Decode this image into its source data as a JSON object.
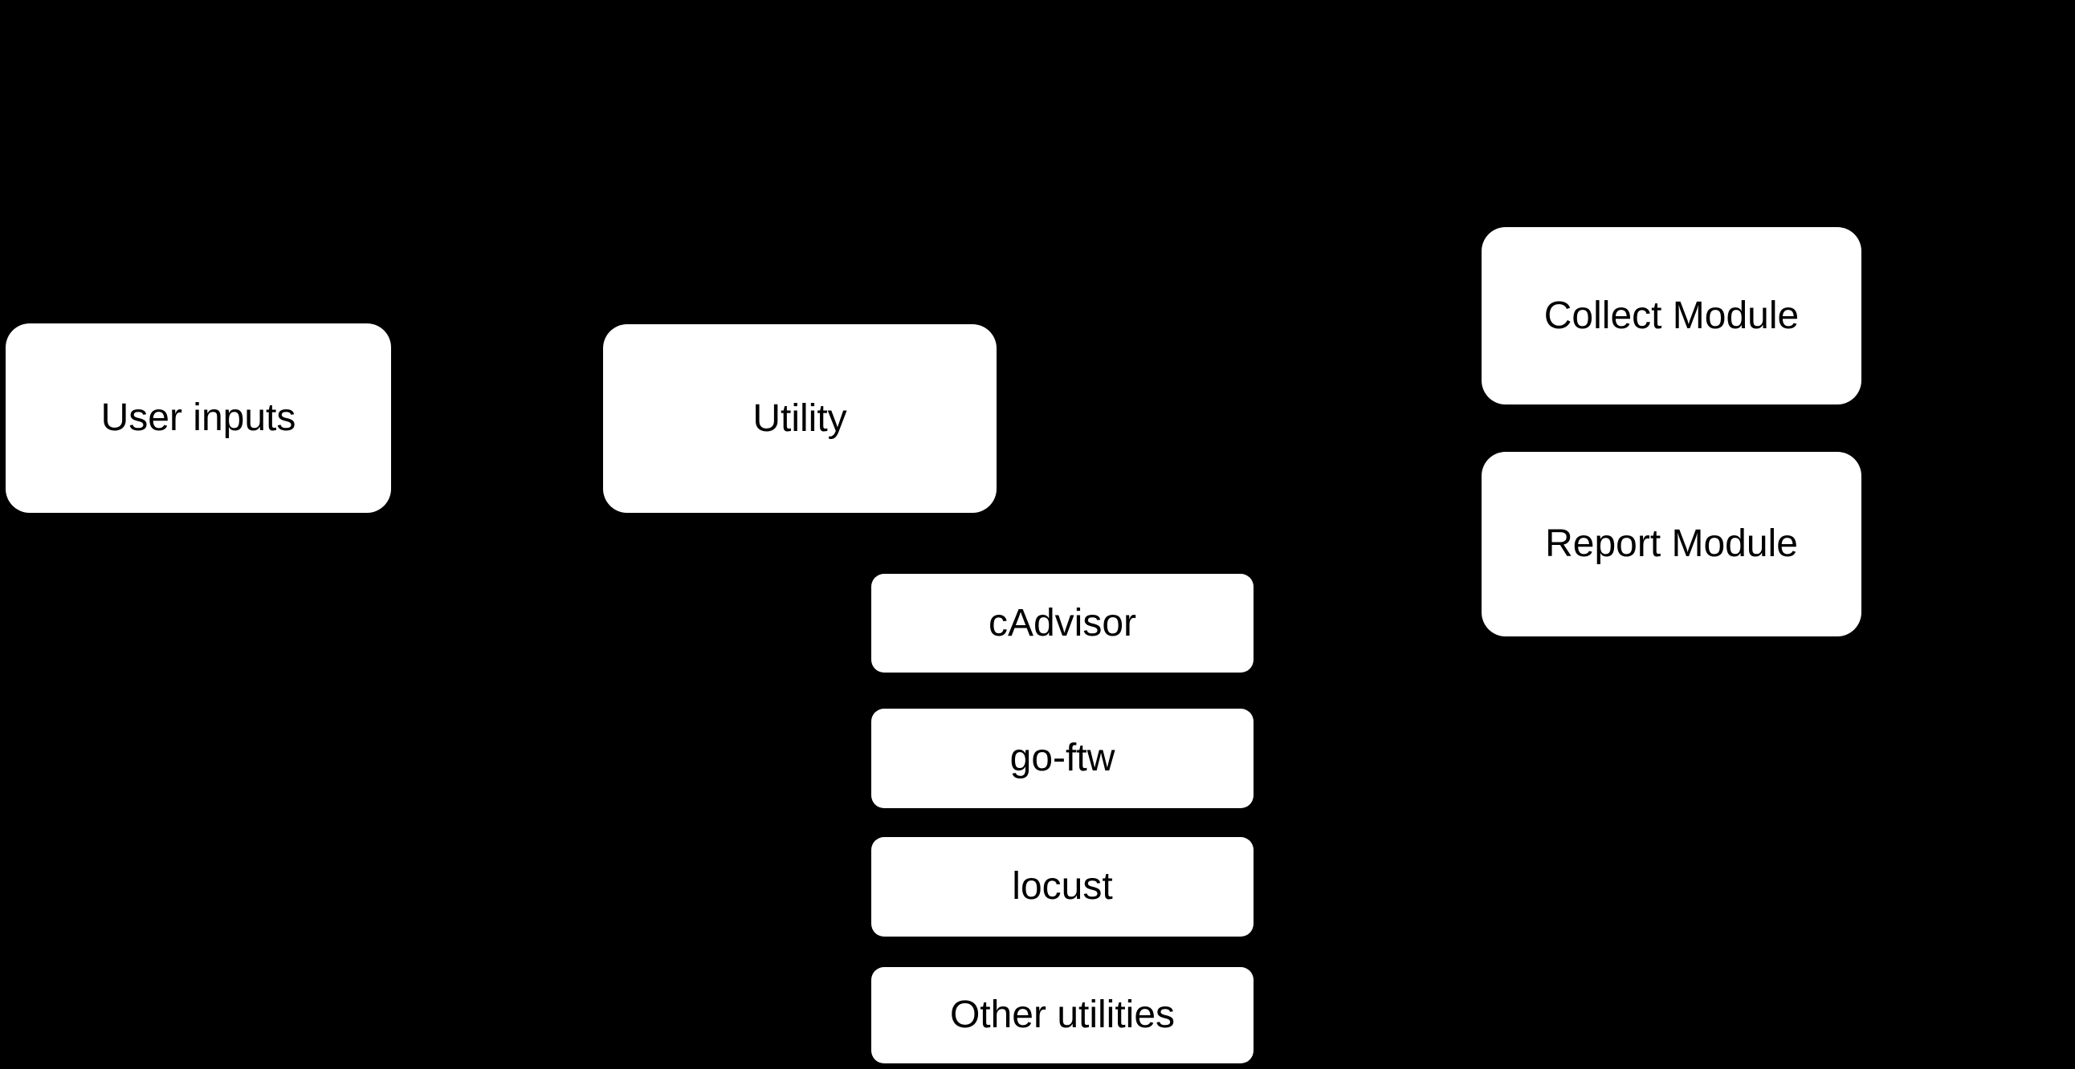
{
  "diagram": {
    "colors": {
      "background": "#000000",
      "node_fill": "#ffffff",
      "node_text": "#000000"
    },
    "nodes": [
      {
        "id": "user-inputs",
        "label": "User inputs"
      },
      {
        "id": "utility",
        "label": "Utility"
      },
      {
        "id": "cadvisor",
        "label": "cAdvisor"
      },
      {
        "id": "go-ftw",
        "label": "go-ftw"
      },
      {
        "id": "locust",
        "label": "locust"
      },
      {
        "id": "other-utilities",
        "label": "Other utilities"
      },
      {
        "id": "collect-module",
        "label": "Collect Module"
      },
      {
        "id": "report-module",
        "label": "Report Module"
      }
    ]
  }
}
